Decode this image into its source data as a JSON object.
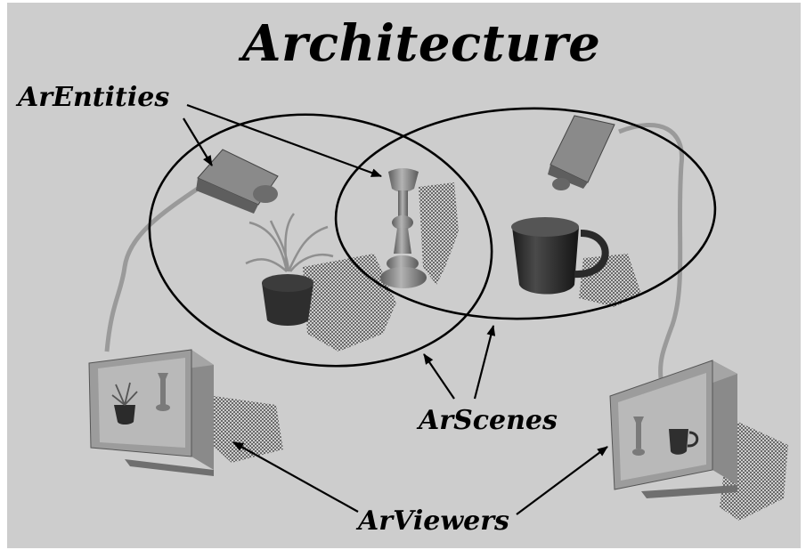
{
  "title": "Architecture",
  "labels": {
    "entities": "ArEntities",
    "scenes": "ArScenes",
    "viewers": "ArViewers"
  },
  "colors": {
    "background": "#cdcdcd",
    "outline": "#000000",
    "object": "#8a8a8a",
    "dark_object": "#2e2e2e"
  },
  "icons": {
    "left_tracker": "tracker-device-icon",
    "right_tracker": "tracker-device-icon",
    "plant": "potted-plant-icon",
    "candlestick": "candlestick-icon",
    "mug": "mug-icon",
    "left_monitor": "monitor-icon",
    "right_monitor": "monitor-icon"
  }
}
